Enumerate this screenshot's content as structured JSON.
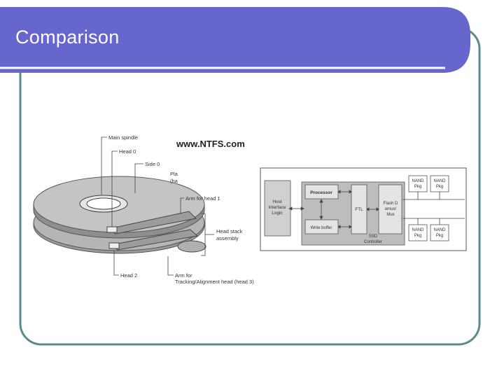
{
  "slide": {
    "title": "Comparison",
    "colors": {
      "header": "#6666cc",
      "border": "#5b8a8a",
      "ssd_box": "#d8d8d8",
      "ssd_box_dark": "#bdbdbd"
    }
  },
  "hdd_diagram": {
    "source": "www.NTFS.com",
    "labels": {
      "main_spindle": "Main spindle",
      "head0": "Head 0",
      "side0": "Side 0",
      "platter_a": "Pla",
      "platter_b": "(ha",
      "arm_head1": "Arm for head 1",
      "head_stack_a": "Head stack",
      "head_stack_b": "assembly",
      "head2": "Head 2",
      "arm_track_a": "Arm for",
      "arm_track_b": "Tracking/Alignment head (head 3)"
    }
  },
  "ssd_diagram": {
    "host_a": "Host",
    "host_b": "Interface",
    "host_c": "Logic",
    "processor": "Processor",
    "write_buffer": "Write buffer",
    "ftl": "FTL",
    "flash_a": "Flash D",
    "flash_b": "emux/",
    "flash_c": "Mux",
    "controller_a": "SSD",
    "controller_b": "Controller",
    "nand_a": "NAND",
    "nand_b": "Pkg"
  }
}
